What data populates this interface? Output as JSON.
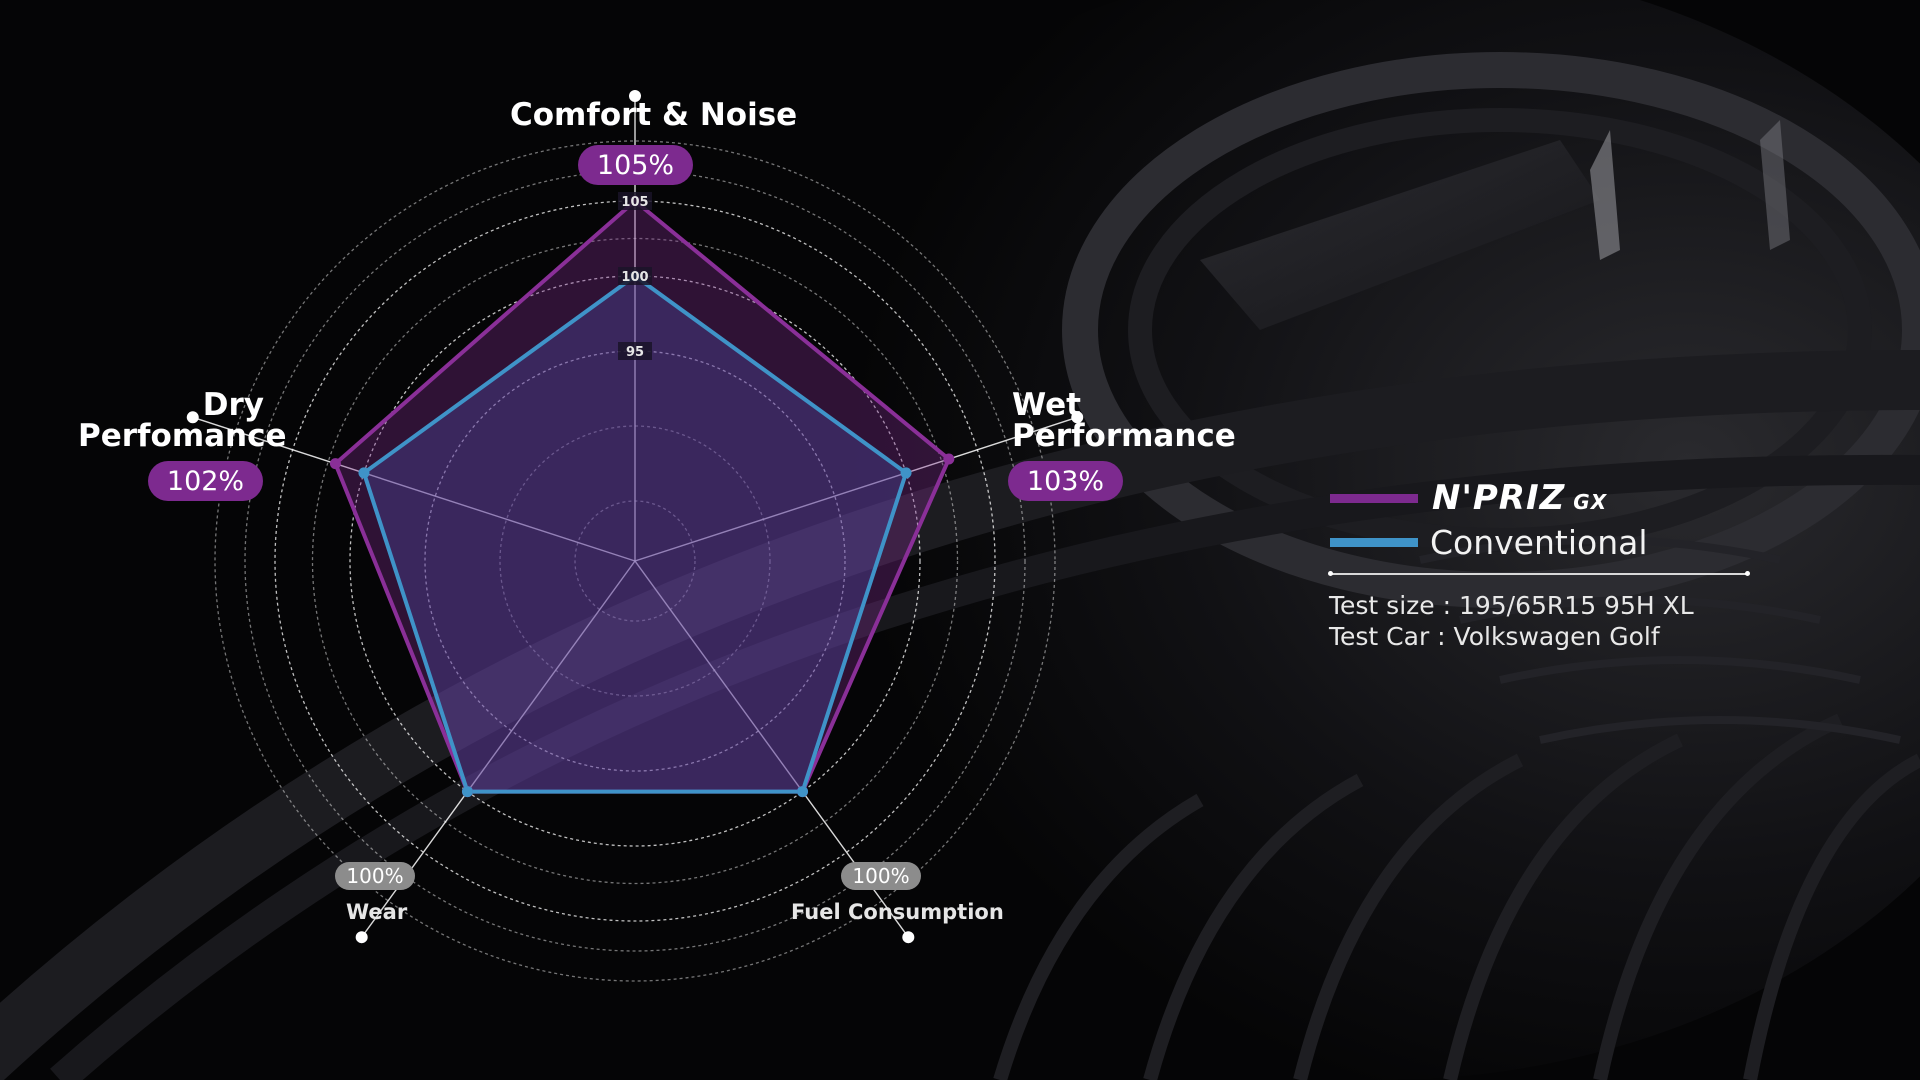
{
  "chart_data": {
    "type": "radar",
    "axes": [
      "Comfort & Noise",
      "Wet Performance",
      "Fuel Consumption",
      "Wear",
      "Dry Perfomance"
    ],
    "series": [
      {
        "name": "N'PRIZ GX",
        "values": [
          105,
          103,
          100,
          100,
          102
        ],
        "color": "#8a2f98"
      },
      {
        "name": "Conventional",
        "values": [
          100,
          100,
          100,
          100,
          100
        ],
        "color": "#3f93c8"
      }
    ],
    "rlim": [
      81,
      109
    ],
    "ring_tick_labels": [
      "105",
      "100",
      "95"
    ],
    "grid": true
  },
  "labels": {
    "comfort": {
      "title": "Comfort & Noise",
      "value": "105%"
    },
    "wet": {
      "line1": "Wet",
      "line2": "Performance",
      "value": "103%"
    },
    "dry": {
      "line1": "Dry",
      "line2": "Perfomance",
      "value": "102%"
    },
    "wear": {
      "title": "Wear",
      "value": "100%"
    },
    "fuel": {
      "title": "Fuel Consumption",
      "value": "100%"
    }
  },
  "legend": {
    "brand_main": "N'PRIZ",
    "brand_sub": "GX",
    "conventional": "Conventional"
  },
  "info": {
    "test_size": "Test size : 195/65R15 95H XL",
    "test_car": "Test Car : Volkswagen Golf"
  },
  "colors": {
    "accent_purple": "#7d2a8f",
    "conventional_blue": "#3f93c8",
    "small_pill_gray": "#8c8c8c"
  }
}
